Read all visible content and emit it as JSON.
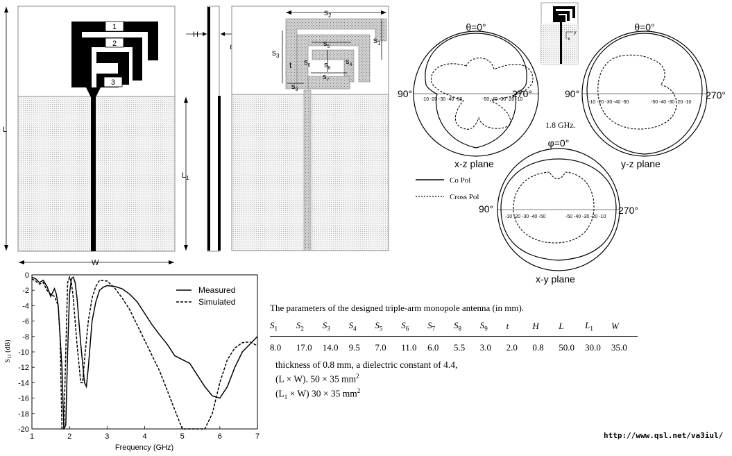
{
  "geometry_labels": {
    "L": "L",
    "L1": "L",
    "L1_sub": "1",
    "W": "W",
    "H": "H",
    "er": "ε",
    "er_sub": "r",
    "arms": [
      "1",
      "2",
      "3"
    ],
    "s2": "s",
    "s2_sub": "2",
    "s1": "s",
    "s1_sub": "1",
    "s3": "s",
    "s3_sub": "3",
    "s4": "s",
    "s4_sub": "4",
    "s5": "s",
    "s5_sub": "5",
    "s6": "s",
    "s6_sub": "6",
    "s7": "s",
    "s7_sub": "7",
    "s8": "s",
    "s8_sub": "8",
    "s9": "s",
    "s9_sub": "9",
    "t": "t",
    "inset_y": "y",
    "inset_x": "x"
  },
  "radiation": {
    "frequency": "1.8  GHz.",
    "legend": {
      "co": "Co Pol",
      "cross": "Cross Pol"
    },
    "plots": [
      {
        "top_label": "θ=0°",
        "left": "90°",
        "right": "270°",
        "caption": "x-z plane",
        "ticks_left": "-10 -20 -30 -40 -50",
        "ticks_right": "-50 -40 -30 -20 -10"
      },
      {
        "top_label": "θ=0°",
        "left": "90°",
        "right": "270°",
        "caption": "y-z plane",
        "ticks_left": "-10 -20 -30 -40 -50",
        "ticks_right": "-50 -40 -30 -20 -10"
      },
      {
        "top_label": "φ=0°",
        "left": "90°",
        "right": "270°",
        "caption": "x-y plane",
        "ticks_left": "-10 -20 -30 -40 -50",
        "ticks_right": "-50 -40 -30 -20 -10"
      }
    ]
  },
  "chart_data": {
    "type": "line",
    "xlabel": "Frequency (GHz)",
    "ylabel": "S",
    "ylabel_sub": "11",
    "ylabel_unit": " (dB)",
    "xlim": [
      1,
      7
    ],
    "ylim": [
      -20,
      0
    ],
    "xticks": [
      1,
      2,
      3,
      4,
      5,
      6,
      7
    ],
    "yticks": [
      0,
      -2,
      -4,
      -6,
      -8,
      -10,
      -12,
      -14,
      -16,
      -18,
      -20
    ],
    "series": [
      {
        "name": "Measured",
        "style": "solid",
        "x": [
          1.0,
          1.1,
          1.2,
          1.3,
          1.4,
          1.5,
          1.6,
          1.65,
          1.7,
          1.8,
          1.85,
          1.9,
          1.95,
          2.0,
          2.05,
          2.1,
          2.15,
          2.2,
          2.3,
          2.4,
          2.45,
          2.5,
          2.6,
          2.7,
          2.8,
          2.9,
          3.0,
          3.2,
          3.4,
          3.6,
          3.8,
          4.0,
          4.2,
          4.4,
          4.6,
          4.8,
          5.0,
          5.2,
          5.4,
          5.6,
          5.8,
          6.0,
          6.2,
          6.4,
          6.6,
          6.8,
          7.0
        ],
        "y": [
          -0.3,
          -0.5,
          -1.0,
          -0.7,
          -1.5,
          -2.8,
          -1.8,
          -2.5,
          -4.0,
          -12.0,
          -20.0,
          -19.5,
          -10.0,
          -2.5,
          -0.5,
          -0.3,
          -1.0,
          -3.0,
          -9.0,
          -14.0,
          -14.5,
          -12.0,
          -6.0,
          -3.5,
          -2.0,
          -1.6,
          -1.4,
          -1.5,
          -1.8,
          -2.5,
          -3.5,
          -5.0,
          -6.5,
          -7.8,
          -9.0,
          -10.5,
          -11.0,
          -11.5,
          -13.0,
          -14.5,
          -15.7,
          -16.0,
          -14.5,
          -12.0,
          -10.0,
          -9.0,
          -8.0
        ]
      },
      {
        "name": "Simulated",
        "style": "dashed",
        "x": [
          1.0,
          1.1,
          1.2,
          1.3,
          1.4,
          1.5,
          1.6,
          1.7,
          1.75,
          1.8,
          1.85,
          1.9,
          1.95,
          2.0,
          2.05,
          2.1,
          2.2,
          2.3,
          2.35,
          2.4,
          2.5,
          2.6,
          2.7,
          2.8,
          3.0,
          3.2,
          3.4,
          3.6,
          3.8,
          4.0,
          4.2,
          4.4,
          4.6,
          4.8,
          5.0,
          5.2,
          5.4,
          5.6,
          5.8,
          6.0,
          6.2,
          6.4,
          6.6,
          6.8,
          7.0
        ],
        "y": [
          -0.5,
          -0.8,
          -1.2,
          -1.0,
          -2.0,
          -2.5,
          -2.8,
          -4.0,
          -8.0,
          -20.0,
          -20.0,
          -10.0,
          -1.0,
          -0.3,
          -1.0,
          -3.0,
          -9.0,
          -14.0,
          -14.0,
          -11.0,
          -6.0,
          -3.0,
          -1.5,
          -0.7,
          -0.8,
          -1.7,
          -3.0,
          -4.5,
          -6.5,
          -8.5,
          -10.5,
          -12.5,
          -15.0,
          -17.5,
          -20.0,
          -20.0,
          -20.0,
          -20.0,
          -18.0,
          -14.0,
          -11.0,
          -9.5,
          -8.8,
          -8.7,
          -9.2
        ]
      }
    ]
  },
  "params": {
    "caption": "The parameters of the designed triple-arm monopole antenna (in mm).",
    "headers": [
      {
        "s": "S",
        "sub": "1"
      },
      {
        "s": "S",
        "sub": "2"
      },
      {
        "s": "S",
        "sub": "3"
      },
      {
        "s": "S",
        "sub": "4"
      },
      {
        "s": "S",
        "sub": "5"
      },
      {
        "s": "S",
        "sub": "6"
      },
      {
        "s": "S",
        "sub": "7"
      },
      {
        "s": "S",
        "sub": "8"
      },
      {
        "s": "S",
        "sub": "9"
      },
      {
        "s": "t",
        "sub": ""
      },
      {
        "s": "H",
        "sub": ""
      },
      {
        "s": "L",
        "sub": ""
      },
      {
        "s": "L",
        "sub": "1"
      },
      {
        "s": "W",
        "sub": ""
      }
    ],
    "values": [
      "8.0",
      "17.0",
      "14.0",
      "9.5",
      "7.0",
      "11.0",
      "6.0",
      "5.5",
      "3.0",
      "2.0",
      "0.8",
      "50.0",
      "30.0",
      "35.0"
    ]
  },
  "notes": {
    "line1": "thickness of 0.8 mm, a dielectric constant of 4.4,",
    "line2_pre": "(L × W). 50 × 35 mm",
    "line2_sup": "2",
    "line3_pre": "(L",
    "line3_sub": "1",
    "line3_mid": " × W)   30 × 35 mm",
    "line3_sup": "2"
  },
  "url": "http://www.qsl.net/va3iul/"
}
